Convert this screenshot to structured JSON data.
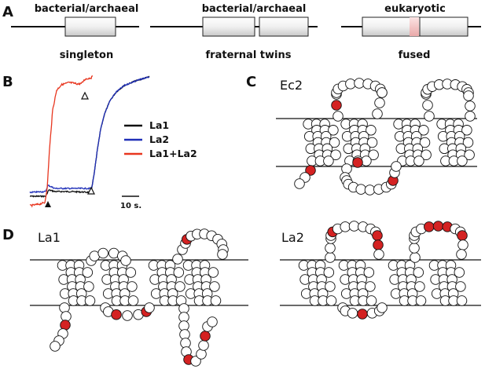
{
  "panel_a": {
    "letter": "A",
    "constructs": [
      {
        "label_top": "bacterial/archaeal",
        "label_bottom": "singleton"
      },
      {
        "label_top": "bacterial/archaeal",
        "label_bottom": "fraternal twins"
      },
      {
        "label_top": "eukaryotic",
        "label_bottom": "fused"
      }
    ]
  },
  "panel_b": {
    "letter": "B",
    "legend": [
      {
        "label": "La1",
        "color": "#111111"
      },
      {
        "label": "La2",
        "color": "#1f2fb8"
      },
      {
        "label": "La1+La2",
        "color": "#e8361f"
      }
    ],
    "scale_bar_label": "10 s."
  },
  "panel_c": {
    "letter": "C",
    "name": "Ec2"
  },
  "panel_d": {
    "letter": "D",
    "names": [
      "La1",
      "La2"
    ]
  },
  "colors": {
    "highlight": "#d42222",
    "line": "#111111",
    "residue_stroke": "#111111"
  }
}
